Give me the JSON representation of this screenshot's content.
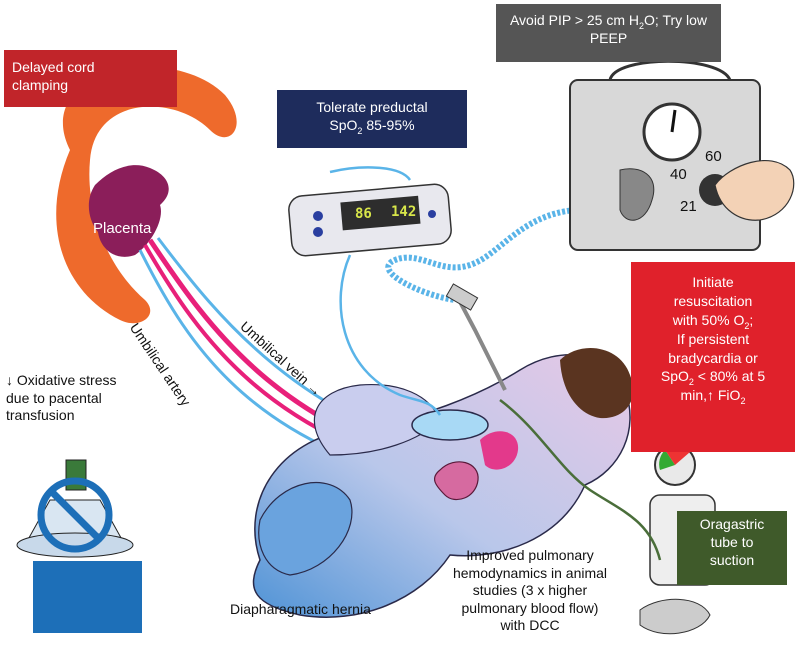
{
  "boxes": {
    "pip": {
      "line1_a": "Avoid PIP > 25 cm H",
      "line1_sub": "2",
      "line1_b": "O; Try low",
      "line2": "PEEP"
    },
    "dcc": {
      "line1": "Delayed cord",
      "line2": "clamping"
    },
    "spo2": {
      "line1": "Tolerate preductal",
      "line2_a": "SpO",
      "line2_sub": "2",
      "line2_b": " 85-95%"
    },
    "resus": {
      "l1": "Initiate",
      "l2": "resuscitation",
      "l3_a": "with 50% O",
      "l3_sub": "2",
      "l3_b": ";",
      "l4": "If persistent",
      "l5": "bradycardia or",
      "l6_a": "SpO",
      "l6_sub": "2",
      "l6_b": " < 80% at 5",
      "l7_a": "min,↑ FiO",
      "l7_sub": "2"
    },
    "oga": {
      "line1": "Oragastric",
      "line2": "tube to",
      "line3": "suction"
    }
  },
  "labels": {
    "placenta": "Placenta",
    "artery": "Umbilical artery",
    "vein": "Umbilical vein →",
    "ox": {
      "line1": "↓ Oxidative stress",
      "line2": "due to pacental",
      "line3": "transfusion"
    },
    "hernia": "Diapharagmatic hernia",
    "hemo": {
      "l1": "Improved pulmonary",
      "l2": "hemodynamics in animal",
      "l3": "studies (3 x higher",
      "l4": "pulmonary blood flow)",
      "l5": "with DCC"
    }
  },
  "monitor": {
    "spo2_value": "86",
    "hr_value": "142"
  },
  "ventilator": {
    "dial_60": "60",
    "dial_40": "40",
    "dial_21": "21"
  },
  "colors": {
    "placenta_outer": "#ee6a2c",
    "placenta_inner": "#8b1e5a",
    "artery": "#e8207a",
    "vein": "#5ab4e8",
    "pip_box": "#555555",
    "dcc_box": "#c1252a",
    "spo2_box": "#1e2c5c",
    "resus_box": "#e0212b",
    "oga_box": "#3f5a2a",
    "blue_box": "#1d6fb8"
  }
}
